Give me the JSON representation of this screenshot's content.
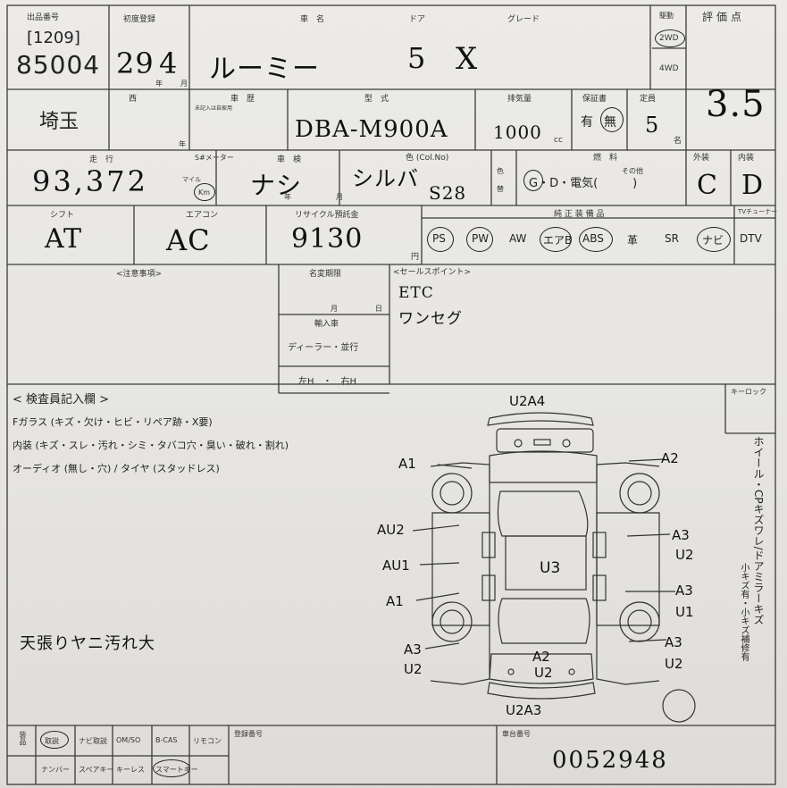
{
  "labels": {
    "lot": "出品番号",
    "first_registration": "初度登録",
    "year": "年",
    "month": "月",
    "day": "日",
    "model_name": "車　名",
    "doors": "ドア",
    "grade": "グレード",
    "drive": "駆動",
    "score": "評価点",
    "west": "西",
    "history": "車　歴",
    "history_note": "未記入は自家用",
    "type": "型　式",
    "displacement": "排気量",
    "cc": "cc",
    "warranty": "保証書",
    "capacity": "定員",
    "persons": "名",
    "mileage": "走　行",
    "mileage_unit": "S#メーター",
    "mile": "マイル",
    "inspection": "車　検",
    "color": "色 (Col.No)",
    "color_change": "色",
    "color_change_2": "替",
    "fuel": "燃　料",
    "fuel_other": "その他",
    "exterior": "外装",
    "interior": "内装",
    "shift": "シフト",
    "aircon": "エアコン",
    "recycle": "リサイクル預託金",
    "yen": "円",
    "equipment": "純 正 装 備 品",
    "tuner": "TVチューナー",
    "caution": "<注意事項>",
    "name_change": "名変期限",
    "import": "輸入車",
    "import_dealer": "ディーラー・並行",
    "handle_side": "左H　・　右H",
    "selling_points": "<セールスポイント>",
    "inspector": "< 検査員記入欄 >",
    "key_lock": "キーロック",
    "accessories": "装品",
    "registration_no": "登録番号",
    "chassis_no": "車台番号"
  },
  "vehicle": {
    "lot_code": "[1209]",
    "lot_number": "85004",
    "first_registration_year": "29",
    "first_registration_month": "4",
    "model_name": "ルーミー",
    "doors": "5",
    "grade": "X",
    "drive_2wd": "2WD",
    "drive_4wd": "4WD",
    "score": "3.5",
    "region": "埼玉",
    "type_code": "DBA-M900A",
    "displacement": "1000",
    "warranty_yes": "有",
    "warranty_no": "無",
    "capacity": "5",
    "mileage": "93,372",
    "mileage_unit": "Km",
    "inspection": "ナシ",
    "color": "シルバ",
    "color_code": "S28",
    "fuel_options": "G・D・電気(　　　)",
    "exterior_grade": "C",
    "interior_grade": "D",
    "shift": "AT",
    "aircon": "AC",
    "recycle_fee": "9130",
    "chassis_number": "0052948"
  },
  "equipment": [
    "PS",
    "PW",
    "AW",
    "エアB",
    "ABS",
    "革",
    "SR",
    "ナビ",
    "DTV"
  ],
  "selling_points": [
    "ETC",
    "ワンセグ"
  ],
  "inspector": {
    "windshield": "Fガラス (キズ・欠け・ヒビ・リペア跡・X要)",
    "interior": "内装 (キズ・スレ・汚れ・シミ・タバコ穴・臭い・破れ・割れ)",
    "audio": "オーディオ (無し・穴) / タイヤ (スタッドレス)",
    "note": "天張りヤニ汚れ大",
    "wheel_note": "ホイール・CPキズワレ/ドアミラーキズ",
    "small_scratch_note": "小キズ有・小キズ補修有"
  },
  "damage_marks": [
    "U2A4",
    "A1",
    "A2",
    "AU2",
    "AU1",
    "A1",
    "U3",
    "A3",
    "U2",
    "A3",
    "U1",
    "A3",
    "U2",
    "A2",
    "U2",
    "A3",
    "U2",
    "U2A3"
  ],
  "accessories": [
    "取説",
    "ナビ取説",
    "OM/SO",
    "B-CAS",
    "リモコン",
    "ナンバー",
    "スペアキー",
    "キーレス",
    "スマートキー"
  ]
}
